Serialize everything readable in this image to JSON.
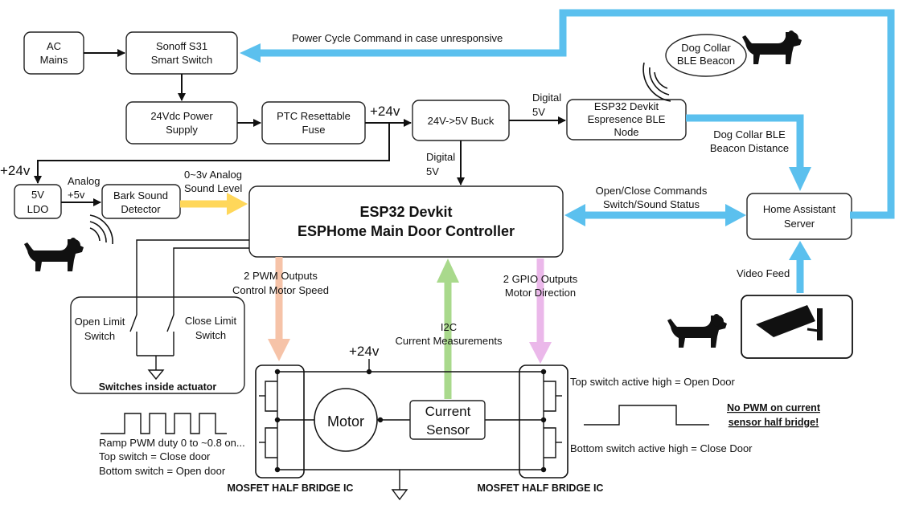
{
  "blocks": {
    "ac_mains": [
      "AC",
      "Mains"
    ],
    "sonoff": [
      "Sonoff S31",
      "Smart Switch"
    ],
    "psu": [
      "24Vdc Power",
      "Supply"
    ],
    "ptc": [
      "PTC Resettable",
      "Fuse"
    ],
    "buck": [
      "24V->5V Buck"
    ],
    "ble_node": [
      "ESP32 Devkit",
      "Espresence BLE",
      "Node"
    ],
    "dog_beacon": [
      "Dog Collar",
      "BLE Beacon"
    ],
    "ha": [
      "Home Assistant",
      "Server"
    ],
    "ldo": [
      "5V",
      "LDO"
    ],
    "bark": [
      "Bark Sound",
      "Detector"
    ],
    "esp_main": [
      "ESP32 Devkit",
      "ESPHome Main Door Controller"
    ],
    "motor": "Motor",
    "current_sensor": [
      "Current",
      "Sensor"
    ]
  },
  "labels": {
    "power_cycle": "Power Cycle Command in case unresponsive",
    "plus24_fuse": "+24v",
    "plus24_left": "+24v",
    "plus24_bridge": "+24v",
    "digital5v_ble": [
      "Digital",
      "5V"
    ],
    "digital5v_buck": [
      "Digital",
      "5V"
    ],
    "dog_distance": [
      "Dog Collar BLE",
      "Beacon Distance"
    ],
    "analog5v": [
      "Analog",
      "+5v"
    ],
    "analog_sound": [
      "0~3v Analog",
      "Sound Level"
    ],
    "open_close": [
      "Open/Close Commands",
      "Switch/Sound Status"
    ],
    "video_feed": "Video Feed",
    "pwm_outputs": [
      "2 PWM Outputs",
      "Control Motor Speed"
    ],
    "gpio_outputs": [
      "2 GPIO Outputs",
      "Motor Direction"
    ],
    "i2c": [
      "I2C",
      "Current Measurements"
    ],
    "open_limit": [
      "Open Limit",
      "Switch"
    ],
    "close_limit": [
      "Close Limit",
      "Switch"
    ],
    "switches_inside": "Switches inside actuator",
    "top_switch_open": "Top switch active high = Open Door",
    "bottom_switch_close": "Bottom switch active high = Close Door",
    "no_pwm": [
      "No PWM on current",
      "sensor half bridge!"
    ],
    "ramp_pwm": "Ramp PWM duty 0 to ~0.8 on...",
    "top_switch_close": "Top switch = Close door",
    "bottom_switch_open": "Bottom switch = Open door",
    "mosfet_left": "MOSFET HALF BRIDGE IC",
    "mosfet_right": "MOSFET HALF BRIDGE IC"
  },
  "colors": {
    "blue_arrow": "#5bc0ee",
    "yellow_arrow": "#ffd75a",
    "orange_arrow": "#f6c3a8",
    "green_arrow": "#a9d98c",
    "purple_arrow": "#ebb8ea"
  },
  "icons": [
    "dog-icon",
    "wireless-signal-icon",
    "security-camera-icon",
    "ground-symbol-icon",
    "mosfet-switch-icon",
    "pwm-waveform-icon"
  ]
}
